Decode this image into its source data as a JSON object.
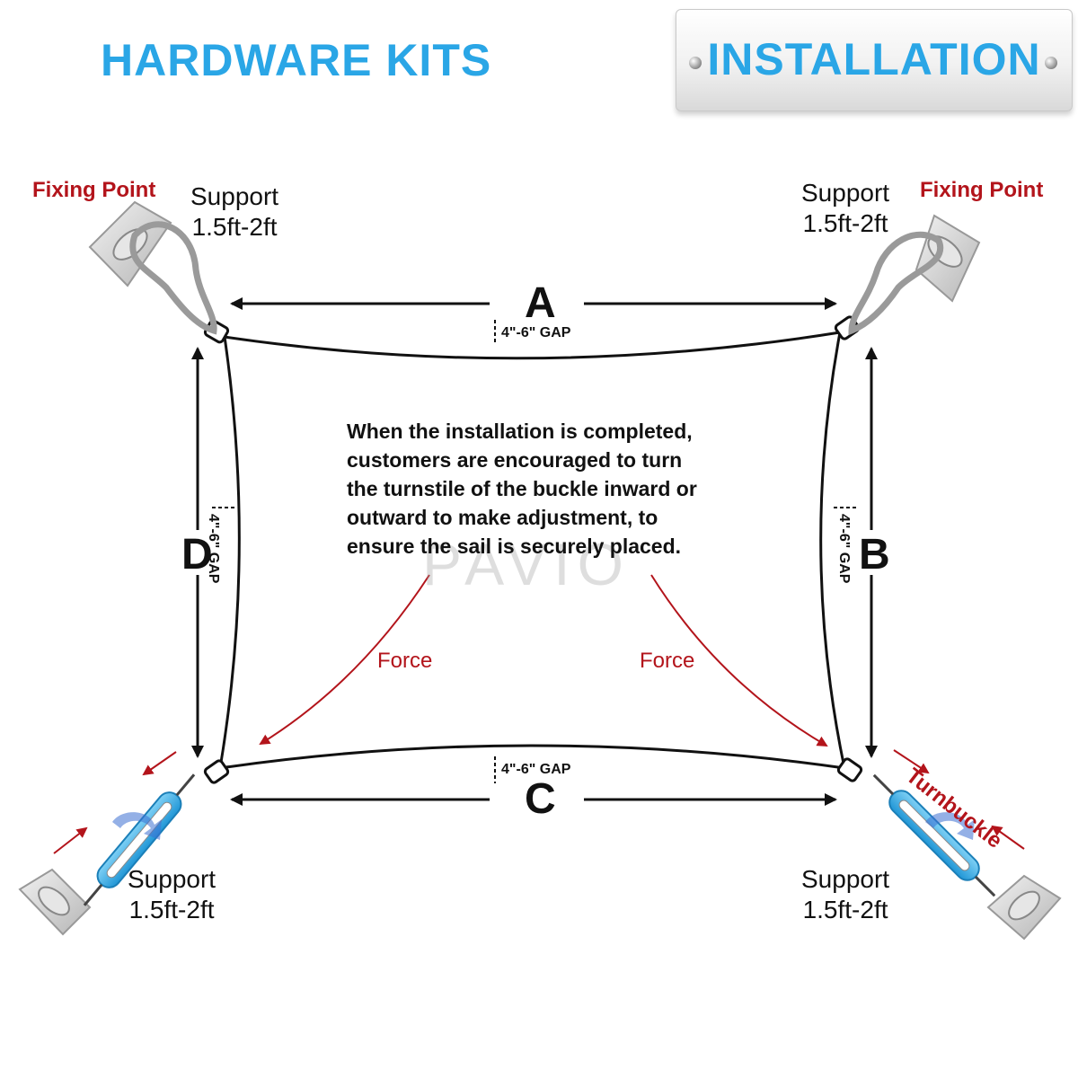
{
  "header": {
    "left_title": "HARDWARE KITS",
    "right_title": "INSTALLATION"
  },
  "corners": {
    "top_left": {
      "fixing": "Fixing Point",
      "support_line1": "Support",
      "support_line2": "1.5ft-2ft"
    },
    "top_right": {
      "fixing": "Fixing Point",
      "support_line1": "Support",
      "support_line2": "1.5ft-2ft"
    },
    "bottom_left": {
      "support_line1": "Support",
      "support_line2": "1.5ft-2ft"
    },
    "bottom_right": {
      "support_line1": "Support",
      "support_line2": "1.5ft-2ft",
      "turnbuckle": "Turnbuckle"
    }
  },
  "sides": {
    "A": {
      "label": "A",
      "gap": "4\"-6\" GAP"
    },
    "B": {
      "label": "B",
      "gap": "4\"-6\" GAP"
    },
    "C": {
      "label": "C",
      "gap": "4\"-6\" GAP"
    },
    "D": {
      "label": "D",
      "gap": "4\"-6\" GAP"
    }
  },
  "instructions": {
    "lines": [
      "When the installation is completed,",
      "customers are encouraged to turn",
      "the turnstile of the buckle inward or",
      "outward to make adjustment, to",
      "ensure the sail is securely placed."
    ]
  },
  "force_labels": [
    "Force",
    "Force"
  ],
  "watermark": "PAVIO",
  "colors": {
    "accent_blue": "#2aa6e6",
    "force_red": "#b3141b",
    "turnbuckle_blue": "#3fb0ea",
    "line": "#111111",
    "metal": "#d8d8d8"
  }
}
